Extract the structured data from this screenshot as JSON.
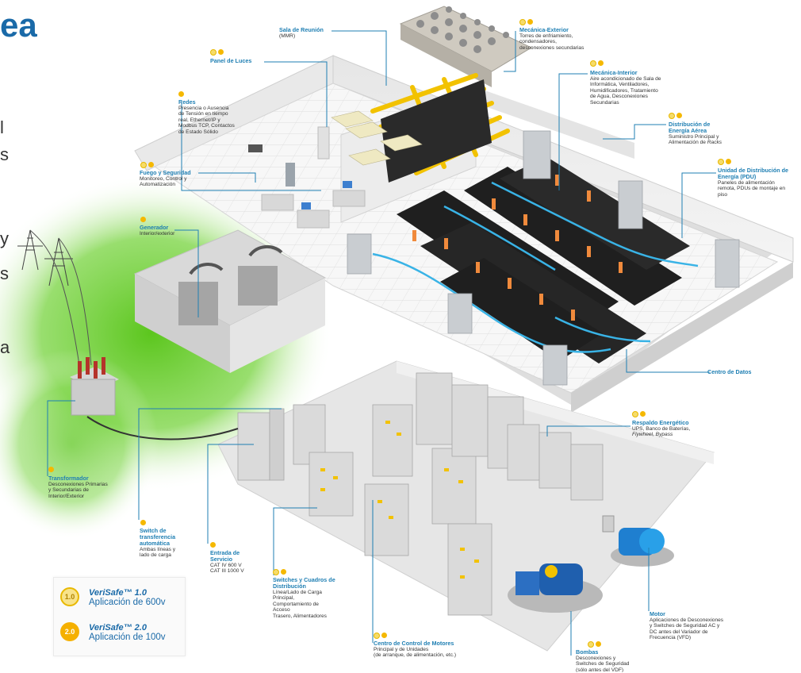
{
  "header": {
    "title_fragment": "ea"
  },
  "side_text": [
    "l",
    "s",
    "y",
    "s",
    "a"
  ],
  "labels": {
    "sala_reunion": {
      "title": "Sala de Reunión",
      "desc": [
        "(MMR)"
      ]
    },
    "mecanica_exterior": {
      "title": "Mecánica-Exterior",
      "desc": [
        "Torres de enfriamiento,",
        "condensadores,",
        "desconexiones secundarias"
      ]
    },
    "panel_luces": {
      "title": "Panel de Luces",
      "desc": []
    },
    "mecanica_interior": {
      "title": "Mecánica-Interior",
      "desc": [
        "Aire acondicionado de Sala de",
        "Informática, Ventiladores,",
        "Humidificadores, Tratamiento",
        "de Agua, Desconexiones",
        "Secundarias"
      ]
    },
    "redes": {
      "title": "Redes",
      "desc": [
        "Presencia o Ausencia",
        "de Tensión en tiempo",
        "real, Ethernet/IP y",
        "Modbus TCP, Contactos",
        "de Estado Sólido"
      ]
    },
    "distribucion_aerea": {
      "title": "Distribución de Energía Aérea",
      "desc": [
        "Suministro Principal y",
        "Alimentación de"
      ],
      "desc_italic": "Racks"
    },
    "fuego_seguridad": {
      "title": "Fuego y Seguridad",
      "desc": [
        "Monitoreo, Control y",
        "Automatización"
      ]
    },
    "pdu": {
      "title": "Unidad de Distribución de Energía (PDU)",
      "desc": [
        "Paneles de alimentación",
        "remota, PDUs de montaje en",
        "piso"
      ]
    },
    "generador": {
      "title": "Generador",
      "desc": [
        "Interior/exterior"
      ]
    },
    "centro_datos": {
      "title": "Centro de Datos",
      "desc": []
    },
    "respaldo": {
      "title": "Respaldo Energético",
      "desc": [
        "UPS, Banco de Baterías,"
      ],
      "desc_italic": "Flywheel, Bypass"
    },
    "transformador": {
      "title": "Transformador",
      "desc": [
        "Desconexiones Primarias",
        "y Secundarias de",
        "Interior/Exterior"
      ]
    },
    "switch_transferencia": {
      "title": "Switch de transferencia automática",
      "desc": [
        "Ambas líneas y",
        "lado de carga"
      ]
    },
    "entrada_servicio": {
      "title": "Entrada de Servicio",
      "desc": [
        "CAT IV 600 V",
        "CAT III 1000 V"
      ]
    },
    "switches_cuadros": {
      "title": "Switches y Cuadros de Distribución",
      "desc": [
        "Línea/Lado de Carga Principal,",
        "Comportamiento de Acceso",
        "Trasero, Alimentadores"
      ]
    },
    "centro_control_motores": {
      "title": "Centro de Control de Motores",
      "desc": [
        "Principal y de Unidades",
        "(de arranque, de alimentación, etc.)"
      ]
    },
    "bombas": {
      "title": "Bombas",
      "desc": [
        "Desconexiones y",
        "Switches de Seguridad",
        "(sólo antes del VDF)"
      ]
    },
    "motor": {
      "title": "Motor",
      "desc": [
        "Aplicaciones de Desconexiones",
        "y Switches de Seguridad AC y",
        "DC antes del Variador de",
        "Frecuencia (VFD)"
      ]
    }
  },
  "legend": [
    {
      "badge": "1.0",
      "name": "VeriSafe™ 1.0",
      "application": "Aplicación de 600v",
      "color": "#f8e38a"
    },
    {
      "badge": "2.0",
      "name": "VeriSafe™ 2.0",
      "application": "Aplicación de 100v",
      "color": "#f5b000"
    }
  ],
  "colors": {
    "accent": "#1a6aa8",
    "label_title": "#1f7fb3",
    "badge_v1": "#f6dc6a",
    "badge_v2": "#f5b800",
    "airflow": "#39b3e6",
    "heat": "#f08a3c"
  }
}
